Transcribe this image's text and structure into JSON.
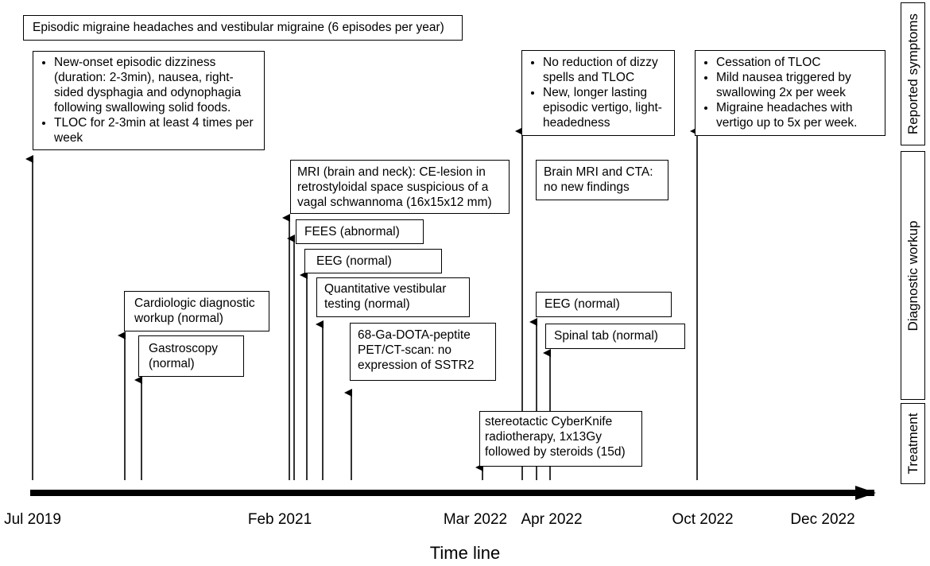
{
  "axis_title": "Time line",
  "ticks": [
    "Jul 2019",
    "Feb 2021",
    "Mar 2022",
    "Apr 2022",
    "Oct 2022",
    "Dec 2022"
  ],
  "lanes": {
    "reported": "Reported symptoms",
    "diagnostic": "Diagnostic workup",
    "treatment": "Treatment"
  },
  "boxes": {
    "migraine": "Episodic migraine headaches and vestibular migraine (6 episodes per year)",
    "onset": [
      "New-onset episodic dizziness (duration: 2-3min), nausea, right-sided dysphagia and odynophagia following swallowing solid foods.",
      "TLOC for 2-3min at least 4 times per week"
    ],
    "no_reduction": [
      "No reduction of dizzy spells and TLOC",
      "New, longer lasting episodic vertigo, light-headedness"
    ],
    "cessation": [
      "Cessation of TLOC",
      "Mild nausea triggered by swallowing 2x per week",
      "Migraine headaches with vertigo up to 5x per week."
    ],
    "mri": "MRI (brain and neck): CE-lesion in retrostyloidal space suspicious of a vagal schwannoma (16x15x12 mm)",
    "brain_mri_cta": "Brain MRI and CTA: no new findings",
    "fees": "FEES (abnormal)",
    "eeg1": "EEG (normal)",
    "vestibular": "Quantitative vestibular testing (normal)",
    "cardiologic": "Cardiologic diagnostic workup (normal)",
    "gastroscopy": "Gastroscopy (normal)",
    "pet": "68-Ga-DOTA-peptite PET/CT-scan: no expression of SSTR2",
    "eeg2": "EEG (normal)",
    "spinal": "Spinal tab (normal)",
    "cyberknife": "stereotactic CyberKnife radiotherapy, 1x13Gy followed by steroids (15d)"
  }
}
